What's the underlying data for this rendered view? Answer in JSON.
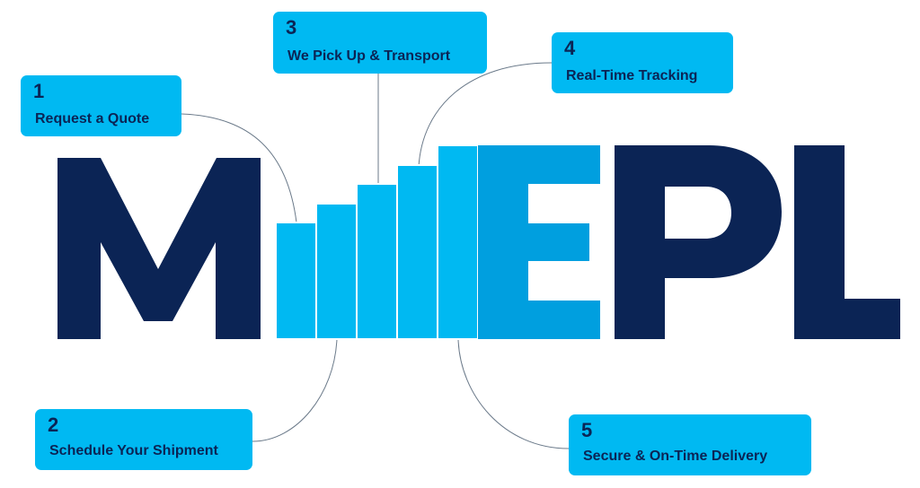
{
  "logo": {
    "text": "MEPL",
    "colors": {
      "dark": "#0b2455",
      "bright": "#00b9f2",
      "mid": "#009fdf"
    }
  },
  "steps": [
    {
      "number": "1",
      "label": "Request a Quote"
    },
    {
      "number": "2",
      "label": "Schedule Your Shipment"
    },
    {
      "number": "3",
      "label": "We Pick Up & Transport"
    },
    {
      "number": "4",
      "label": "Real-Time Tracking"
    },
    {
      "number": "5",
      "label": "Secure & On-Time Delivery"
    }
  ],
  "colors": {
    "box": "#00b9f2",
    "text": "#0b2455",
    "connector": "#6b7a8a"
  }
}
